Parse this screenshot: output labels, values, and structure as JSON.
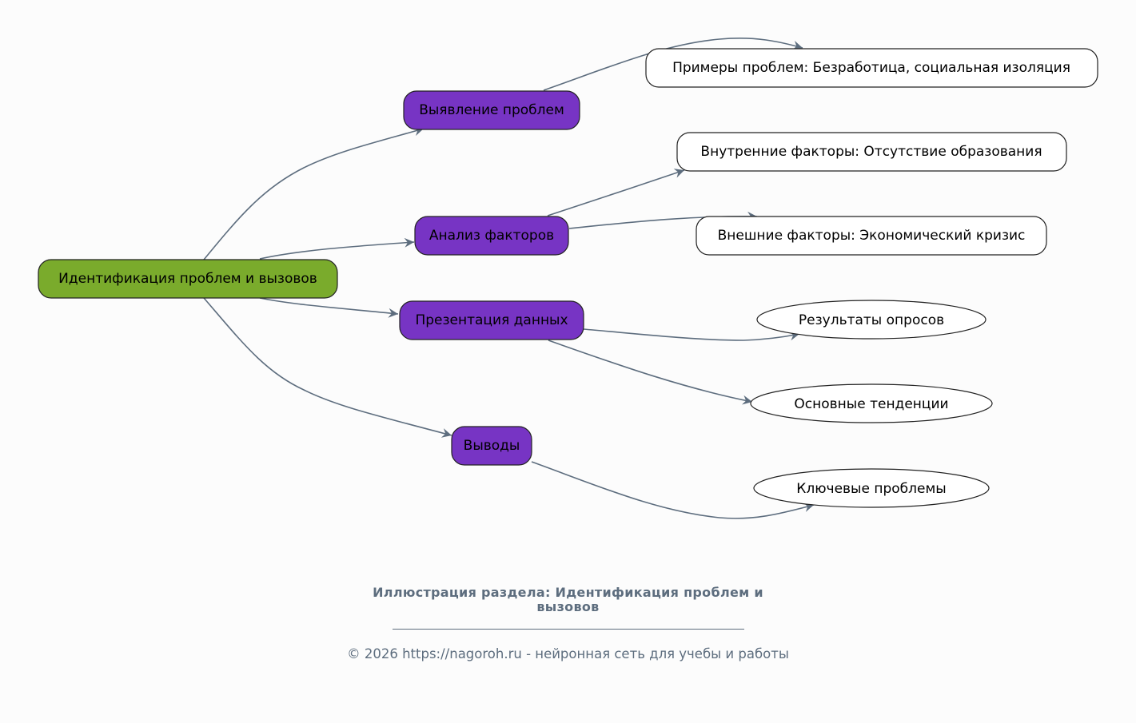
{
  "colors": {
    "root_fill": "#7aab2c",
    "branch_fill": "#7734c4",
    "leaf_fill": "#ffffff",
    "edge": "#5d6d7e",
    "caption": "#5d6d7e",
    "background": "#fcfcfc"
  },
  "root": {
    "id": "root",
    "label": "Идентификация проблем и вызовов",
    "shape": "rounded-box"
  },
  "branches": [
    {
      "id": "b1",
      "label": "Выявление проблем",
      "shape": "rounded-box"
    },
    {
      "id": "b2",
      "label": "Анализ факторов",
      "shape": "rounded-box"
    },
    {
      "id": "b3",
      "label": "Презентация данных",
      "shape": "rounded-box"
    },
    {
      "id": "b4",
      "label": "Выводы",
      "shape": "rounded-box"
    }
  ],
  "leaves": [
    {
      "id": "l1",
      "label": "Примеры проблем: Безработица, социальная изоляция",
      "shape": "rounded-box",
      "parent": "b1"
    },
    {
      "id": "l2",
      "label": "Внутренние факторы: Отсутствие образования",
      "shape": "rounded-box",
      "parent": "b2"
    },
    {
      "id": "l3",
      "label": "Внешние факторы: Экономический кризис",
      "shape": "rounded-box",
      "parent": "b2"
    },
    {
      "id": "l4",
      "label": "Результаты опросов",
      "shape": "ellipse",
      "parent": "b3"
    },
    {
      "id": "l5",
      "label": "Основные тенденции",
      "shape": "ellipse",
      "parent": "b3"
    },
    {
      "id": "l6",
      "label": "Ключевые проблемы",
      "shape": "ellipse",
      "parent": "b4"
    }
  ],
  "edges": [
    {
      "from": "root",
      "to": "b1"
    },
    {
      "from": "root",
      "to": "b2"
    },
    {
      "from": "root",
      "to": "b3"
    },
    {
      "from": "root",
      "to": "b4"
    },
    {
      "from": "b1",
      "to": "l1"
    },
    {
      "from": "b2",
      "to": "l2"
    },
    {
      "from": "b2",
      "to": "l3"
    },
    {
      "from": "b3",
      "to": "l4"
    },
    {
      "from": "b3",
      "to": "l5"
    },
    {
      "from": "b4",
      "to": "l6"
    }
  ],
  "caption": {
    "title": "Иллюстрация раздела: Идентификация проблем и вызовов",
    "footer": "© 2026 https://nagoroh.ru - нейронная сеть для учебы и работы"
  }
}
